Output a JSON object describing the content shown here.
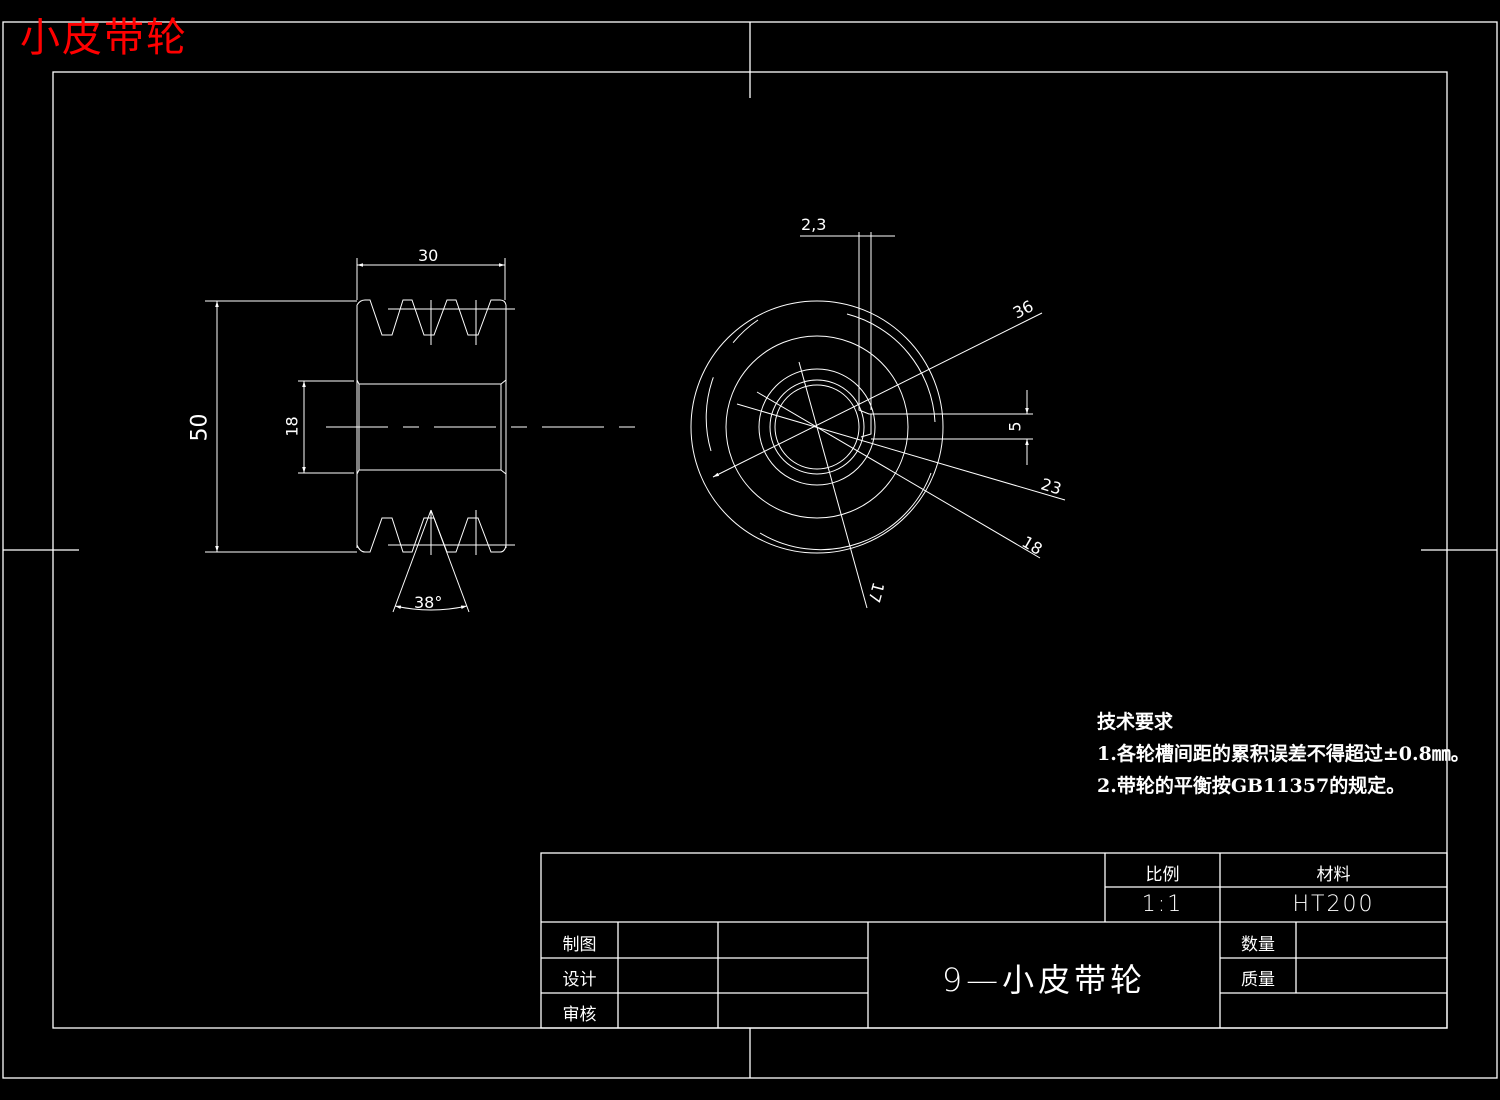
{
  "header": {
    "title": "小皮带轮",
    "title_color": "#ff0000"
  },
  "colors": {
    "background": "#000000",
    "lines": "#ffffff"
  },
  "front_view": {
    "dimensions": {
      "width": "30",
      "outer_diameter": "50",
      "bore_diameter": "18",
      "groove_angle": "38°"
    }
  },
  "side_view": {
    "dimensions": {
      "keyway_depth": "2,3",
      "keyway_width": "5",
      "dia_36": "36",
      "dia_23": "23",
      "dia_18": "18",
      "dia_17": "17"
    }
  },
  "technical_requirements": {
    "heading": "技术要求",
    "items": [
      "1.各轮槽间距的累积误差不得超过±0.8㎜。",
      "2.带轮的平衡按GB11357的规定。"
    ]
  },
  "title_block": {
    "scale_label": "比例",
    "scale_value": "1:1",
    "material_label": "材料",
    "material_value": "HT200",
    "drawn_label": "制图",
    "designed_label": "设计",
    "checked_label": "审核",
    "drawing_name": "9—小皮带轮",
    "quantity_label": "数量",
    "mass_label": "质量"
  }
}
